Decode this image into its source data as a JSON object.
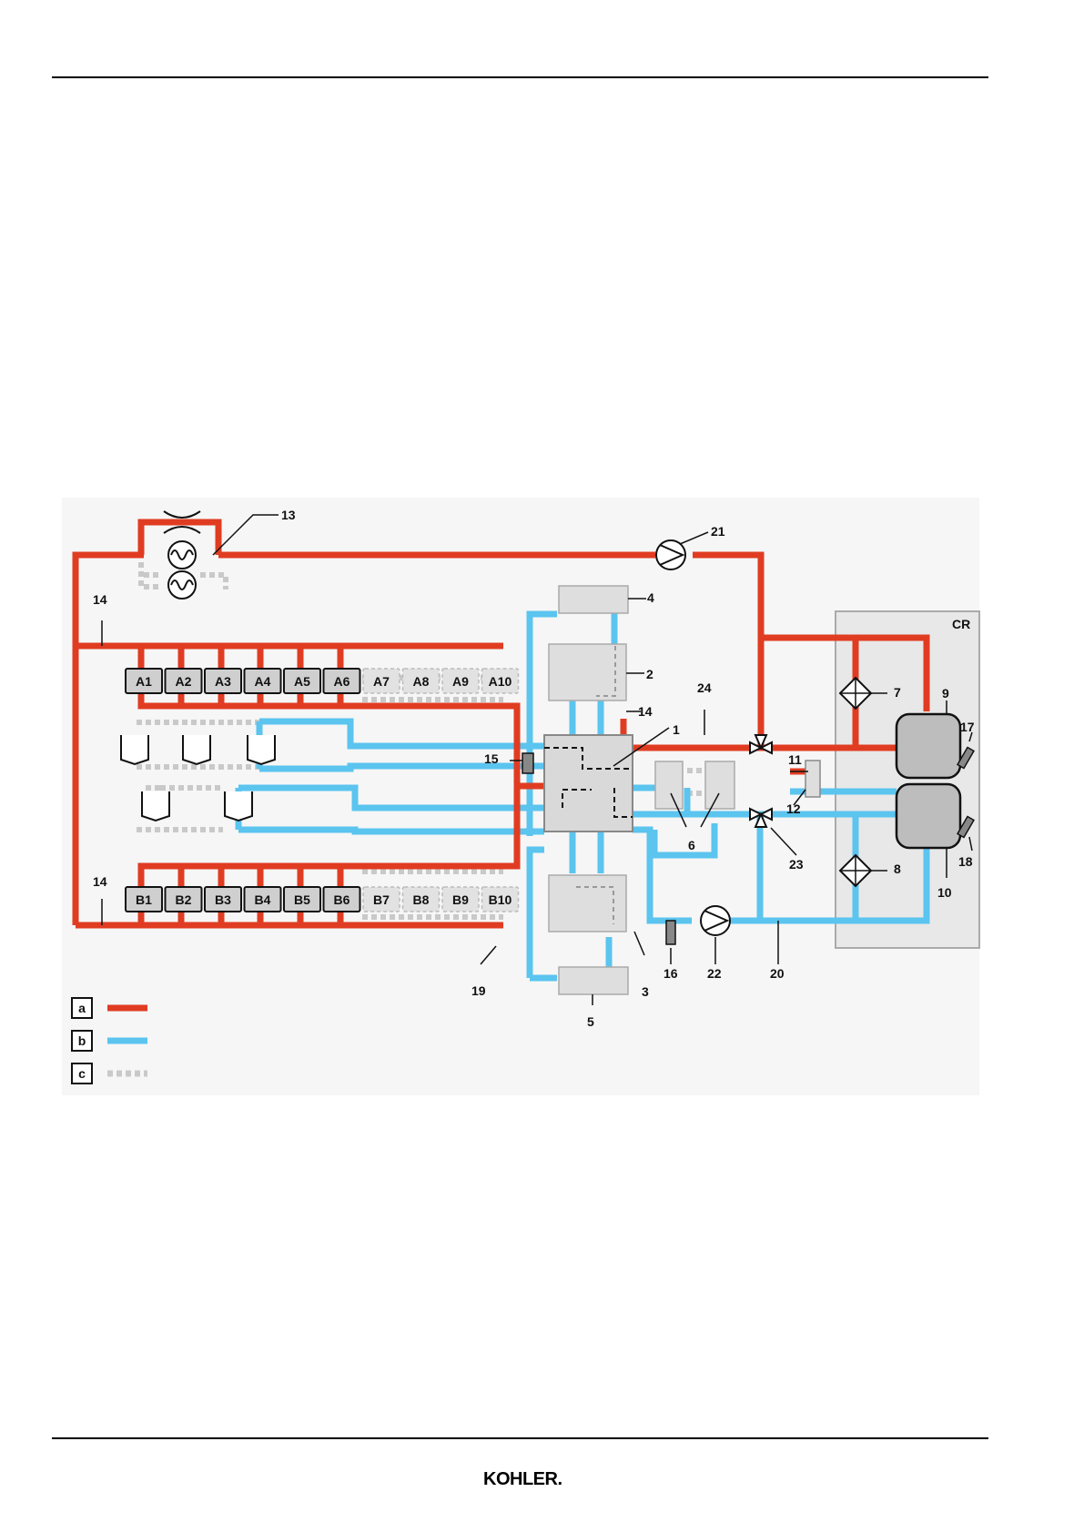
{
  "brand": {
    "logo": "KOHLER."
  },
  "colors": {
    "hot": "#e03c22",
    "cold": "#5bc4ef",
    "optional": "#c9c9c9",
    "panel": "#ececec",
    "box": "#d6d6d6"
  },
  "legend": [
    {
      "key": "a",
      "kind": "hot"
    },
    {
      "key": "b",
      "kind": "cold"
    },
    {
      "key": "c",
      "kind": "optional"
    }
  ],
  "cylinders_a": [
    "A1",
    "A2",
    "A3",
    "A4",
    "A5",
    "A6",
    "A7",
    "A8",
    "A9",
    "A10"
  ],
  "cylinders_b": [
    "B1",
    "B2",
    "B3",
    "B4",
    "B5",
    "B6",
    "B7",
    "B8",
    "B9",
    "B10"
  ],
  "callouts": {
    "n1": "1",
    "n2": "2",
    "n3": "3",
    "n4": "4",
    "n5": "5",
    "n6": "6",
    "n7": "7",
    "n8": "8",
    "n9": "9",
    "n10": "10",
    "n11": "11",
    "n12": "12",
    "n13": "13",
    "n14": "14",
    "n15": "15",
    "n16": "16",
    "n17": "17",
    "n18": "18",
    "n19": "19",
    "n20": "20",
    "n21": "21",
    "n22": "22",
    "n23": "23",
    "n24": "24",
    "cr": "CR"
  }
}
